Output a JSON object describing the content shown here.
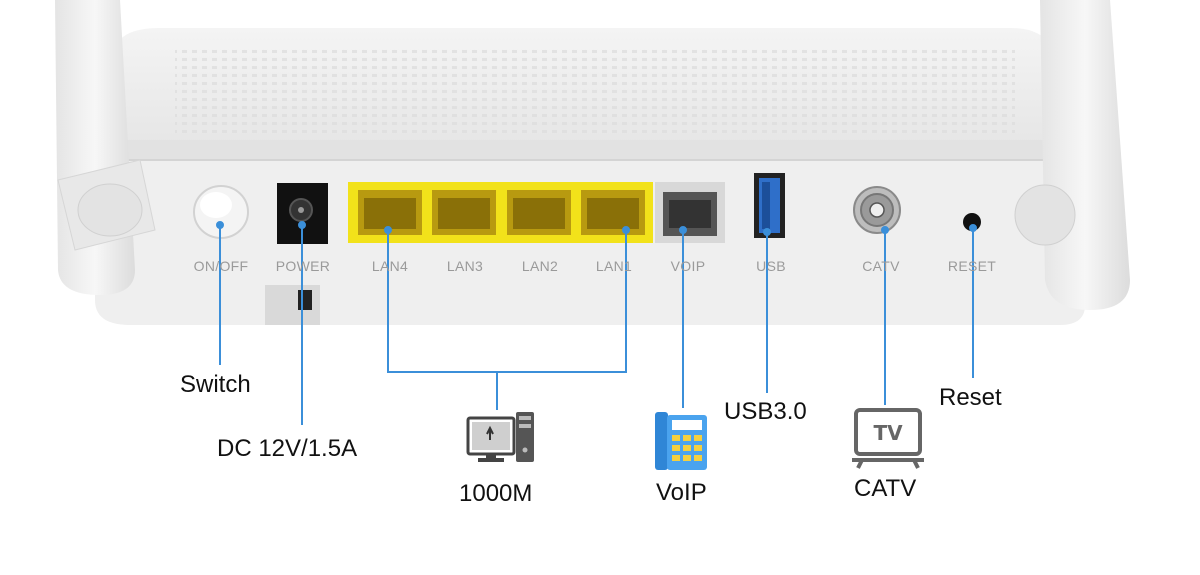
{
  "ports": {
    "onoff": "ON/OFF",
    "power": "POWER",
    "lan4": "LAN4",
    "lan3": "LAN3",
    "lan2": "LAN2",
    "lan1": "LAN1",
    "voip": "VOIP",
    "usb": "USB",
    "catv": "CATV",
    "reset": "RESET"
  },
  "callouts": {
    "switch": "Switch",
    "dc": "DC 12V/1.5A",
    "lan": "1000M",
    "voip": "VoIP",
    "usb": "USB3.0",
    "catv": "CATV",
    "reset": "Reset"
  },
  "icons": {
    "lan": "desktop-computer-icon",
    "voip": "desk-phone-icon",
    "catv": "tv-icon"
  },
  "colors": {
    "callout_line": "#3b8fd9",
    "lan_port": "#f2e21a",
    "router_body": "#ededed"
  }
}
